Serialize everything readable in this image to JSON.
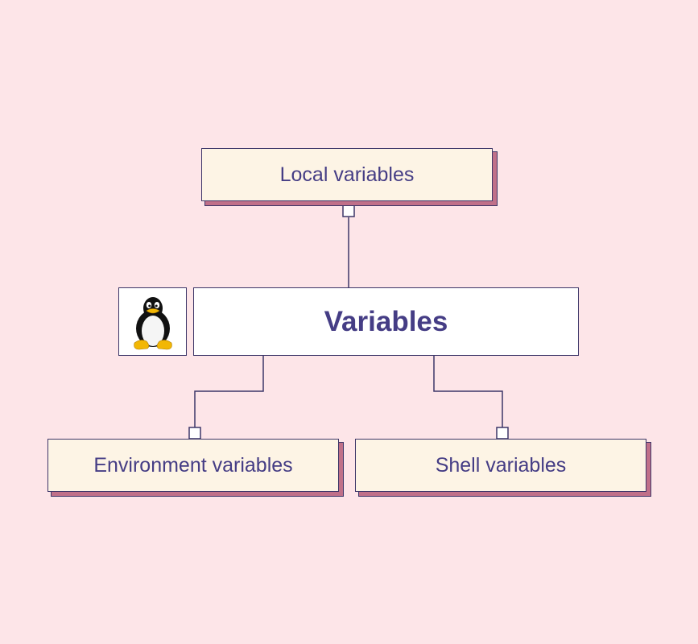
{
  "diagram": {
    "root": {
      "label": "Variables",
      "icon": "linux-tux-icon"
    },
    "top": {
      "label": "Local variables"
    },
    "children": [
      {
        "label": "Environment variables"
      },
      {
        "label": "Shell variables"
      }
    ]
  },
  "colors": {
    "background": "#fde5e8",
    "leaf_fill": "#fdf4e5",
    "leaf_shadow": "#c07089",
    "root_fill": "#ffffff",
    "text": "#453d85",
    "stroke": "#3d3668"
  }
}
